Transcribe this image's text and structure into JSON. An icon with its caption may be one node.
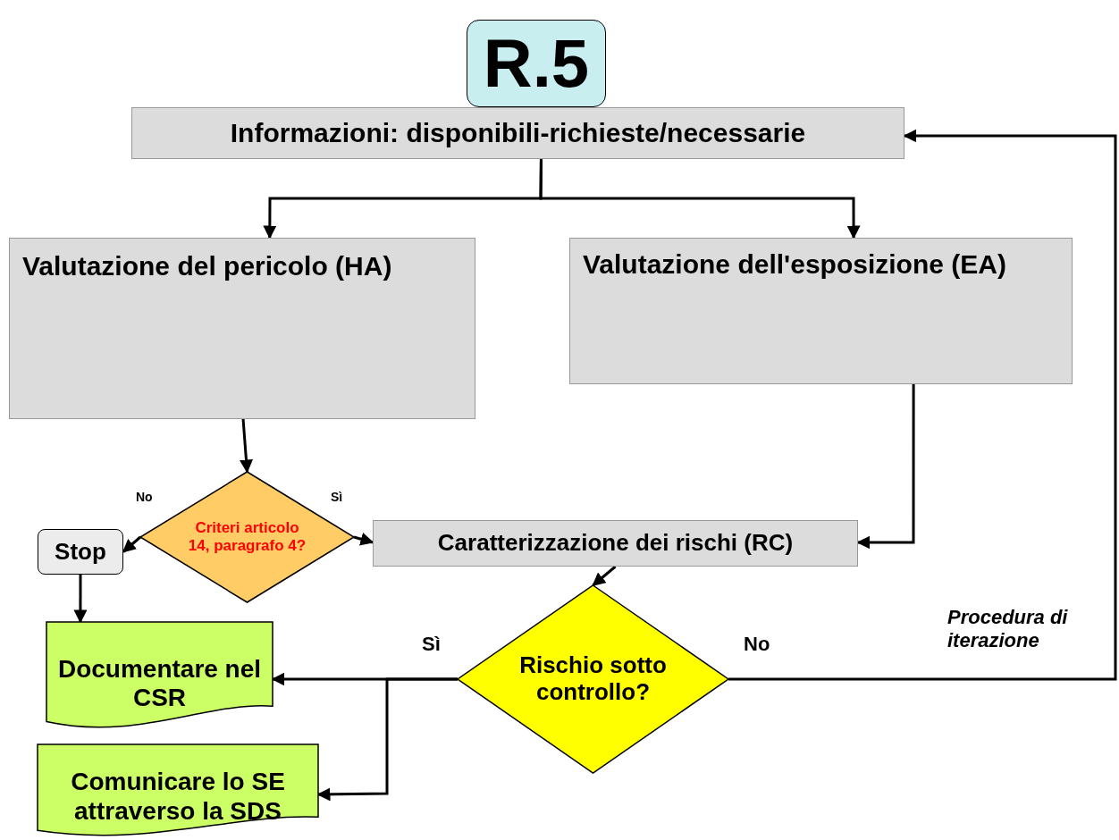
{
  "diagram": {
    "nodes": [
      {
        "text": [
          "R.5"
        ]
      },
      {
        "text": [
          "Informazioni: disponibili-richieste/necessarie"
        ]
      },
      {
        "text": [
          "Valutazione del pericolo (HA)"
        ]
      },
      {
        "text": [
          "Valutazione dell'esposizione (EA)"
        ]
      },
      {
        "text": [
          "Criteri articolo 14, paragrafo 4?"
        ]
      },
      {
        "text": [
          "Stop"
        ]
      },
      {
        "text": [
          "Caratterizzazione dei rischi (RC)"
        ]
      },
      {
        "text": [
          "Rischio sotto controllo?"
        ]
      },
      {
        "text": [
          "Documentare nel CSR"
        ]
      },
      {
        "text": [
          "Comunicare lo SE attraverso la SDS"
        ]
      }
    ],
    "edges": [
      {
        "from": 1,
        "to": 2,
        "arrow": "to"
      },
      {
        "from": 1,
        "to": 3,
        "arrow": "to"
      },
      {
        "from": 2,
        "to": 4,
        "arrow": "to"
      },
      {
        "from": 4,
        "to": 5,
        "arrow": "to",
        "label": "No"
      },
      {
        "from": 4,
        "to": 6,
        "arrow": "to",
        "label": "Sì"
      },
      {
        "from": 3,
        "to": 6,
        "arrow": "to"
      },
      {
        "from": 6,
        "to": 7,
        "arrow": "to"
      },
      {
        "from": 5,
        "to": 8,
        "arrow": "to"
      },
      {
        "from": 7,
        "to": 8,
        "arrow": "to",
        "label": "Sì"
      },
      {
        "from": 7,
        "to": 9,
        "arrow": "to"
      },
      {
        "from": 7,
        "to": 1,
        "arrow": "to",
        "label": "No"
      }
    ],
    "labels": [
      "Procedura di iterazione"
    ]
  }
}
